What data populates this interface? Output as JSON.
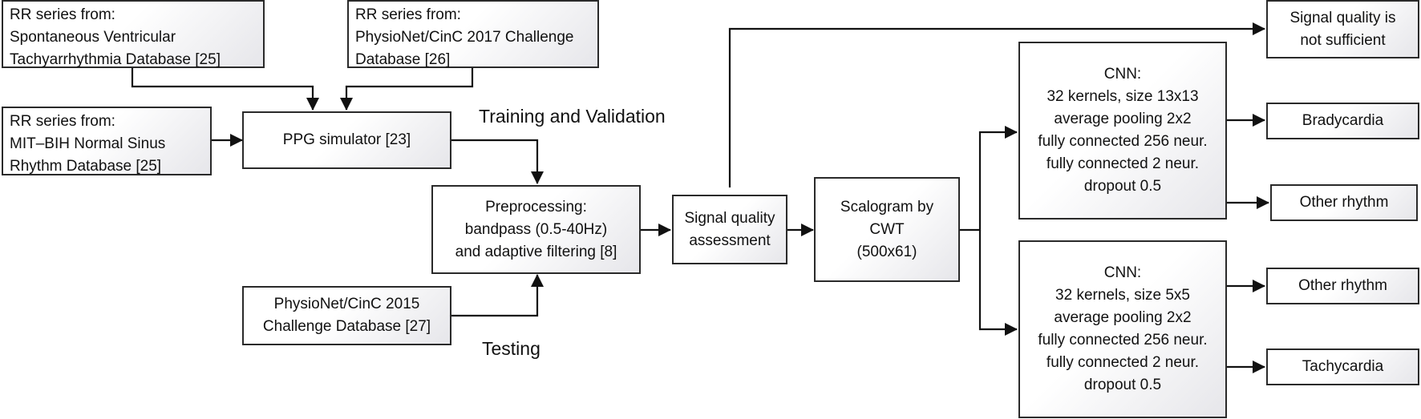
{
  "boxes": {
    "rr_svta": [
      "RR series from:",
      "Spontaneous Ventricular",
      "Tachyarrhythmia Database [25]"
    ],
    "rr_physionet2017": [
      "RR series from:",
      "PhysioNet/CinC 2017 Challenge",
      "Database [26]"
    ],
    "rr_mitbih": [
      "RR series from:",
      "MIT–BIH Normal Sinus",
      "Rhythm Database [25]"
    ],
    "ppg_sim": [
      "PPG simulator [23]"
    ],
    "preprocessing": [
      "Preprocessing:",
      "bandpass (0.5-40Hz)",
      "and adaptive filtering [8]"
    ],
    "physionet2015": [
      "PhysioNet/CinC 2015",
      "Challenge Database [27]"
    ],
    "sqa": [
      "Signal quality",
      "assessment"
    ],
    "scalogram": [
      "Scalogram by",
      "CWT",
      "(500x61)"
    ],
    "cnn1": [
      "CNN:",
      "32 kernels, size 13x13",
      "average pooling 2x2",
      "fully connected 256 neur.",
      "fully connected 2 neur.",
      "dropout 0.5"
    ],
    "cnn2": [
      "CNN:",
      "32 kernels, size 5x5",
      "average pooling 2x2",
      "fully connected 256 neur.",
      "fully connected 2 neur.",
      "dropout 0.5"
    ],
    "sq_insufficient": [
      "Signal quality is",
      "not sufficient"
    ],
    "brady": [
      "Bradycardia"
    ],
    "other1": [
      "Other rhythm"
    ],
    "other2": [
      "Other rhythm"
    ],
    "tachy": [
      "Tachycardia"
    ]
  },
  "labels": {
    "training": "Training and Validation",
    "testing": "Testing"
  }
}
